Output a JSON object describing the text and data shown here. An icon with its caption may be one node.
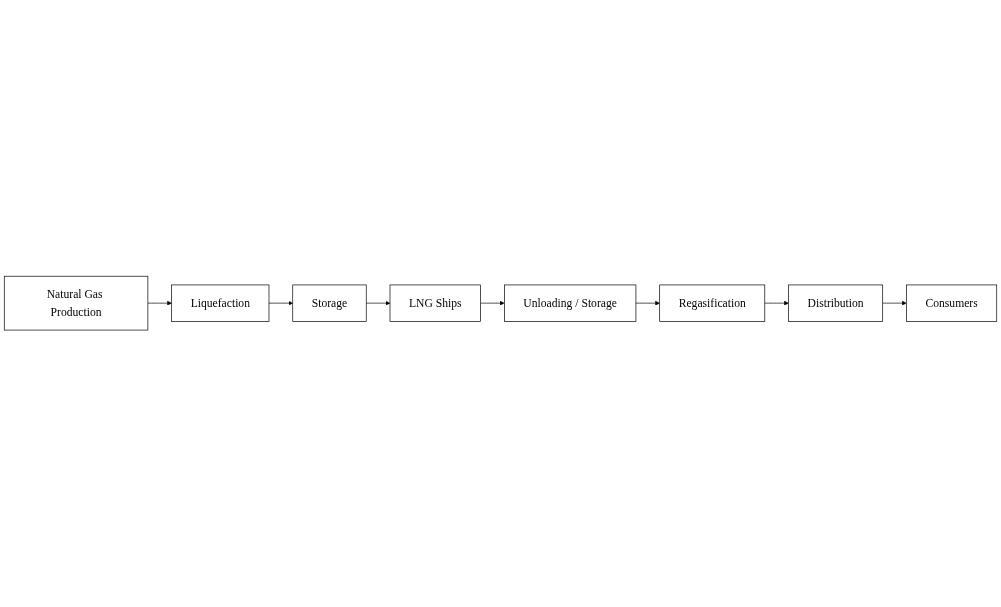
{
  "diagram": {
    "nodes": [
      {
        "text": [
          "Natural Gas Production"
        ]
      },
      {
        "text": [
          "Liquefaction"
        ]
      },
      {
        "text": [
          "Storage"
        ]
      },
      {
        "text": [
          "LNG Ships"
        ]
      },
      {
        "text": [
          "Unloading / Storage"
        ]
      },
      {
        "text": [
          "Regasification"
        ]
      },
      {
        "text": [
          "Distribution"
        ]
      },
      {
        "text": [
          "Consumers"
        ]
      }
    ],
    "edges": [
      {
        "from": 0,
        "to": 1,
        "arrow": "to"
      },
      {
        "from": 1,
        "to": 2,
        "arrow": "to"
      },
      {
        "from": 2,
        "to": 3,
        "arrow": "to"
      },
      {
        "from": 3,
        "to": 4,
        "arrow": "to"
      },
      {
        "from": 4,
        "to": 5,
        "arrow": "to"
      },
      {
        "from": 5,
        "to": 6,
        "arrow": "to"
      },
      {
        "from": 6,
        "to": 7,
        "arrow": "to"
      }
    ]
  }
}
